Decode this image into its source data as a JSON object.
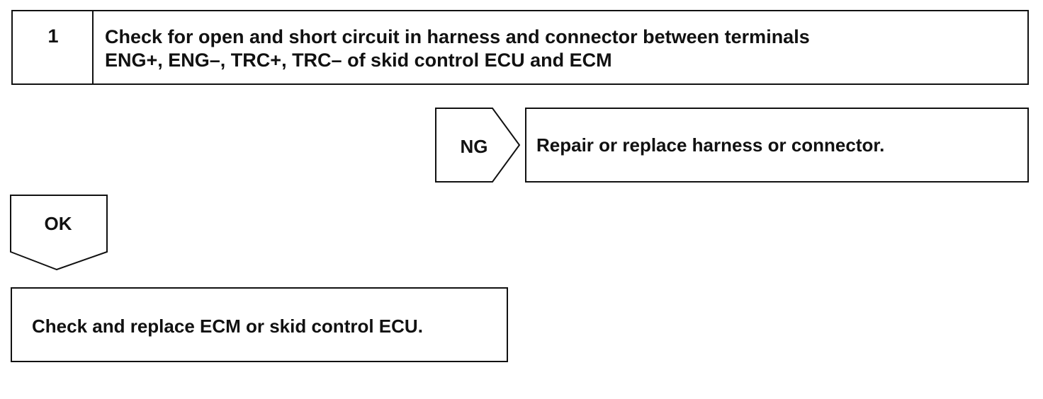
{
  "step": {
    "number": "1",
    "text_line1": "Check for open and short circuit in harness and connector between terminals",
    "text_line2": "ENG+, ENG–, TRC+, TRC– of skid control ECU and ECM"
  },
  "ng_branch": {
    "label": "NG",
    "result": "Repair or replace harness or connector."
  },
  "ok_branch": {
    "label": "OK"
  },
  "final_action": {
    "text": "Check and replace ECM or skid control ECU."
  }
}
